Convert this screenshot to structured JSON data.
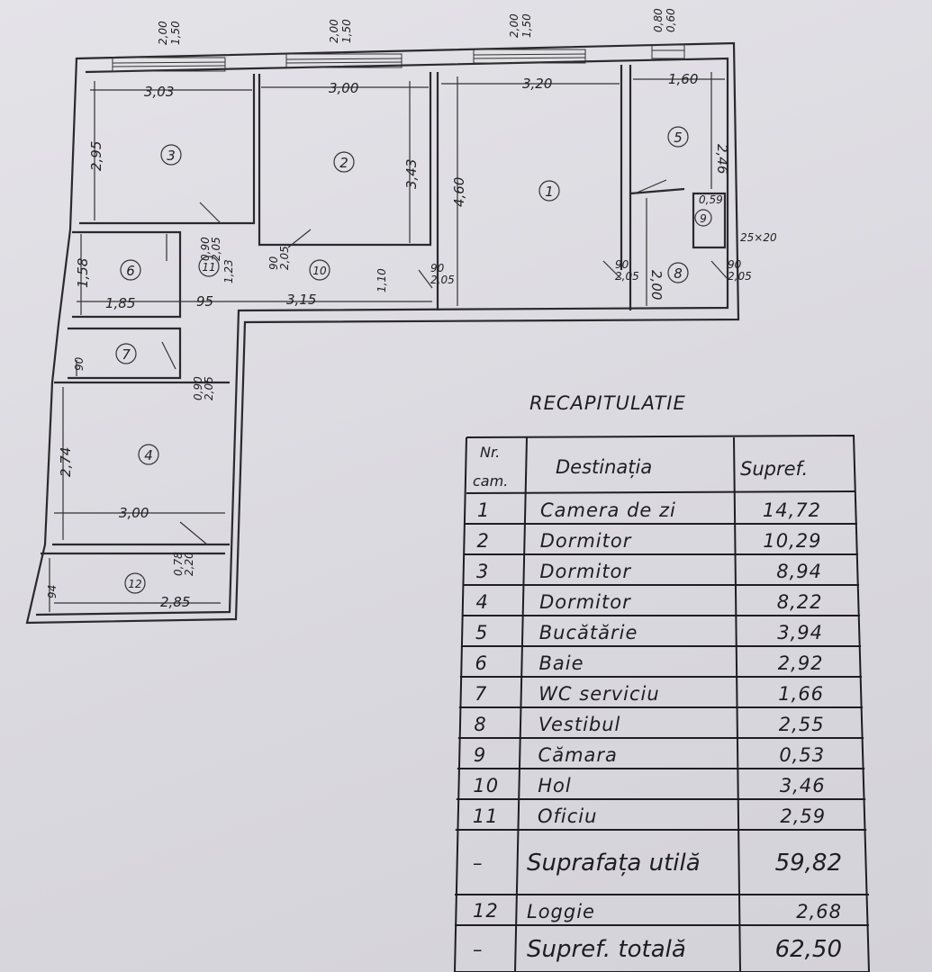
{
  "plan": {
    "windows": [
      {
        "top": "2,00",
        "bottom": "1,50"
      },
      {
        "top": "2,00",
        "bottom": "1,50"
      },
      {
        "top": "2,00",
        "bottom": "1,50"
      },
      {
        "top": "0,80",
        "bottom": "0,60"
      }
    ],
    "rooms": [
      "1",
      "2",
      "3",
      "4",
      "5",
      "6",
      "7",
      "8",
      "9",
      "10",
      "11",
      "12"
    ],
    "dimensions": {
      "r3_w": "3,03",
      "r3_h": "2,95",
      "r2_w": "3,00",
      "r2_h": "3,43",
      "r1_w": "3,20",
      "r1_h": "4,60",
      "r5_w": "1,60",
      "r5_h": "2,46",
      "r8_h": "2,00",
      "r9": "0,59",
      "duct": "25×20",
      "r6_h": "1,58",
      "r6_w": "1,85",
      "hall_a": "95",
      "hall_b": "3,15",
      "hall_c": "1,10",
      "r11_h": "1,23",
      "r7_h": "90",
      "r4_h": "2,74",
      "r4_w": "3,00",
      "r12_h": "94",
      "r12_w": "2,85"
    },
    "doors": [
      {
        "top": "0,90",
        "bottom": "2,05"
      },
      {
        "top": "90",
        "bottom": "2,05"
      },
      {
        "top": "90",
        "bottom": "2,05"
      },
      {
        "top": "90",
        "bottom": "2,05"
      },
      {
        "top": "90",
        "bottom": "2,05"
      },
      {
        "top": "0,90",
        "bottom": "2,05"
      },
      {
        "top": "0,78",
        "bottom": "2,20"
      }
    ]
  },
  "summary": {
    "title": "RECAPITULATIE",
    "headers": {
      "nr": "Nr. cam.",
      "nr1": "Nr.",
      "nr2": "cam.",
      "dest": "Destinația",
      "area": "Supref."
    },
    "rows": [
      {
        "nr": "1",
        "dest": "Camera de zi",
        "area": "14,72"
      },
      {
        "nr": "2",
        "dest": "Dormitor",
        "area": "10,29"
      },
      {
        "nr": "3",
        "dest": "Dormitor",
        "area": "8,94"
      },
      {
        "nr": "4",
        "dest": "Dormitor",
        "area": "8,22"
      },
      {
        "nr": "5",
        "dest": "Bucătărie",
        "area": "3,94"
      },
      {
        "nr": "6",
        "dest": "Baie",
        "area": "2,92"
      },
      {
        "nr": "7",
        "dest": "WC serviciu",
        "area": "1,66"
      },
      {
        "nr": "8",
        "dest": "Vestibul",
        "area": "2,55"
      },
      {
        "nr": "9",
        "dest": "Cămara",
        "area": "0,53"
      },
      {
        "nr": "10",
        "dest": "Hol",
        "area": "3,46"
      },
      {
        "nr": "11",
        "dest": "Oficiu",
        "area": "2,59"
      }
    ],
    "useful": {
      "nr": "–",
      "dest": "Suprafața utilă",
      "area": "59,82"
    },
    "loggia": {
      "nr": "12",
      "dest": "Loggie",
      "area": "2,68"
    },
    "total": {
      "nr": "–",
      "dest": "Supref. totală",
      "area": "62,50"
    }
  }
}
